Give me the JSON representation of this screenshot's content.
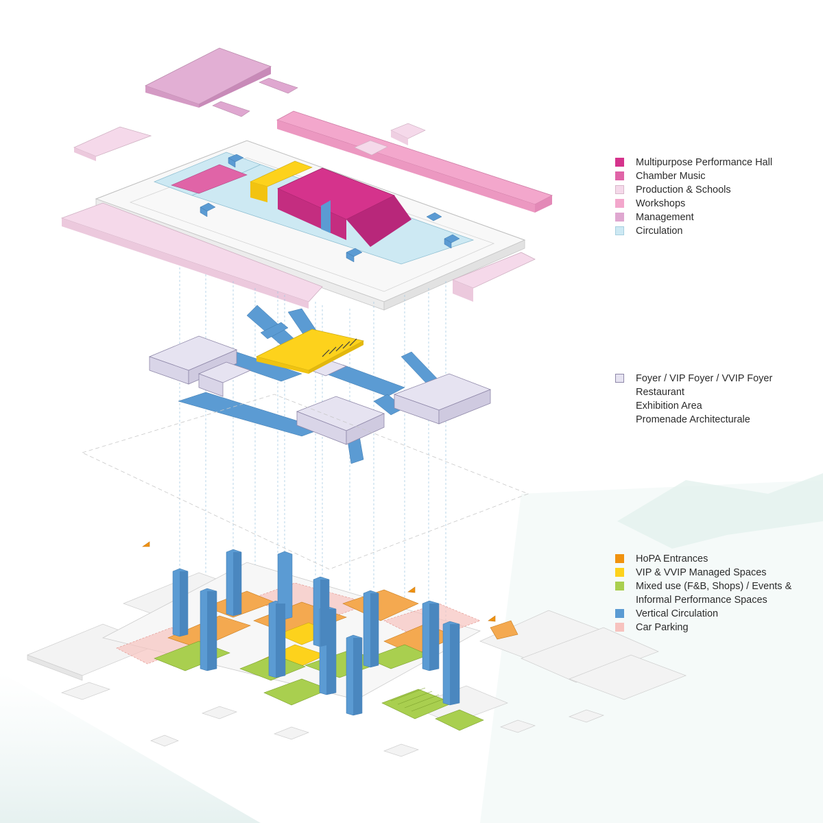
{
  "legend_groups": [
    {
      "items": [
        {
          "label": "Multipurpose Performance Hall",
          "color": "#d5338c"
        },
        {
          "label": "Chamber Music",
          "color": "#e064a7"
        },
        {
          "label": "Production & Schools",
          "color": "#f5d9ea"
        },
        {
          "label": "Workshops",
          "color": "#f3a7cc"
        },
        {
          "label": "Management",
          "color": "#dfa7d0"
        },
        {
          "label": "Circulation",
          "color": "#cde9f3"
        }
      ]
    },
    {
      "items": [
        {
          "label": "Foyer / VIP Foyer / VVIP Foyer",
          "color": "#e6e3f1"
        },
        {
          "label": "Restaurant",
          "color": ""
        },
        {
          "label": "Exhibition Area",
          "color": ""
        },
        {
          "label": "Promenade Architecturale",
          "color": ""
        }
      ]
    },
    {
      "items": [
        {
          "label": "HoPA Entrances",
          "color": "#f0920f"
        },
        {
          "label": "VIP & VVIP Managed Spaces",
          "color": "#fdd21c"
        },
        {
          "label": "Mixed use (F&B, Shops) / Events &",
          "color": "#a9cf4f"
        },
        {
          "label": "Informal Performance Spaces",
          "color": ""
        },
        {
          "label": "Vertical Circulation",
          "color": "#5b9bd3"
        },
        {
          "label": "Car Parking",
          "color": "#f7c3bf"
        }
      ]
    }
  ],
  "diagram_colors": {
    "hall": "#d5338c",
    "chamber": "#e064a7",
    "production": "#f5d9ea",
    "workshops": "#f3a7cc",
    "management": "#dfa7d0",
    "circulation_light": "#cde9f3",
    "foyer": "#e6e3f1",
    "vertical": "#5b9bd3",
    "vip": "#fdd21c",
    "mixed": "#a9cf4f",
    "entrance": "#f0920f",
    "parking": "#f7c3bf",
    "context": "#eeeeee"
  }
}
